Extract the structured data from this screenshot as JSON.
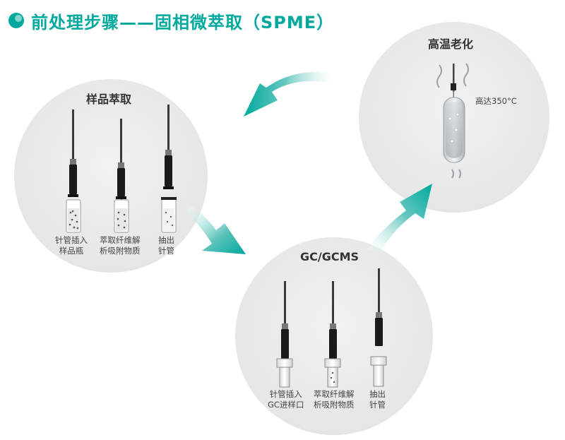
{
  "header": {
    "title": "前处理步骤——固相微萃取（SPME）",
    "bullet_icon": "teal-dot-icon"
  },
  "colors": {
    "accent": "#00a99d",
    "circle": "#e6e6e6",
    "needle": "#1a1a1a"
  },
  "stages": {
    "extraction": {
      "title": "样品萃取",
      "steps": [
        {
          "line1": "针管插入",
          "line2": "样品瓶"
        },
        {
          "line1": "萃取纤维解",
          "line2": "析吸附物质"
        },
        {
          "line1": "抽出",
          "line2": "针管"
        }
      ]
    },
    "aging": {
      "title": "高温老化",
      "temperature": "高达350°C"
    },
    "gc": {
      "title": "GC/GCMS",
      "steps": [
        {
          "line1": "针管插入",
          "line2": "GC进样口"
        },
        {
          "line1": "萃取纤维解",
          "line2": "析吸附物质"
        },
        {
          "line1": "抽出",
          "line2": "针管"
        }
      ]
    }
  },
  "arrows": [
    "arrow-extraction-to-gc",
    "arrow-gc-to-aging",
    "arrow-aging-to-extraction"
  ]
}
